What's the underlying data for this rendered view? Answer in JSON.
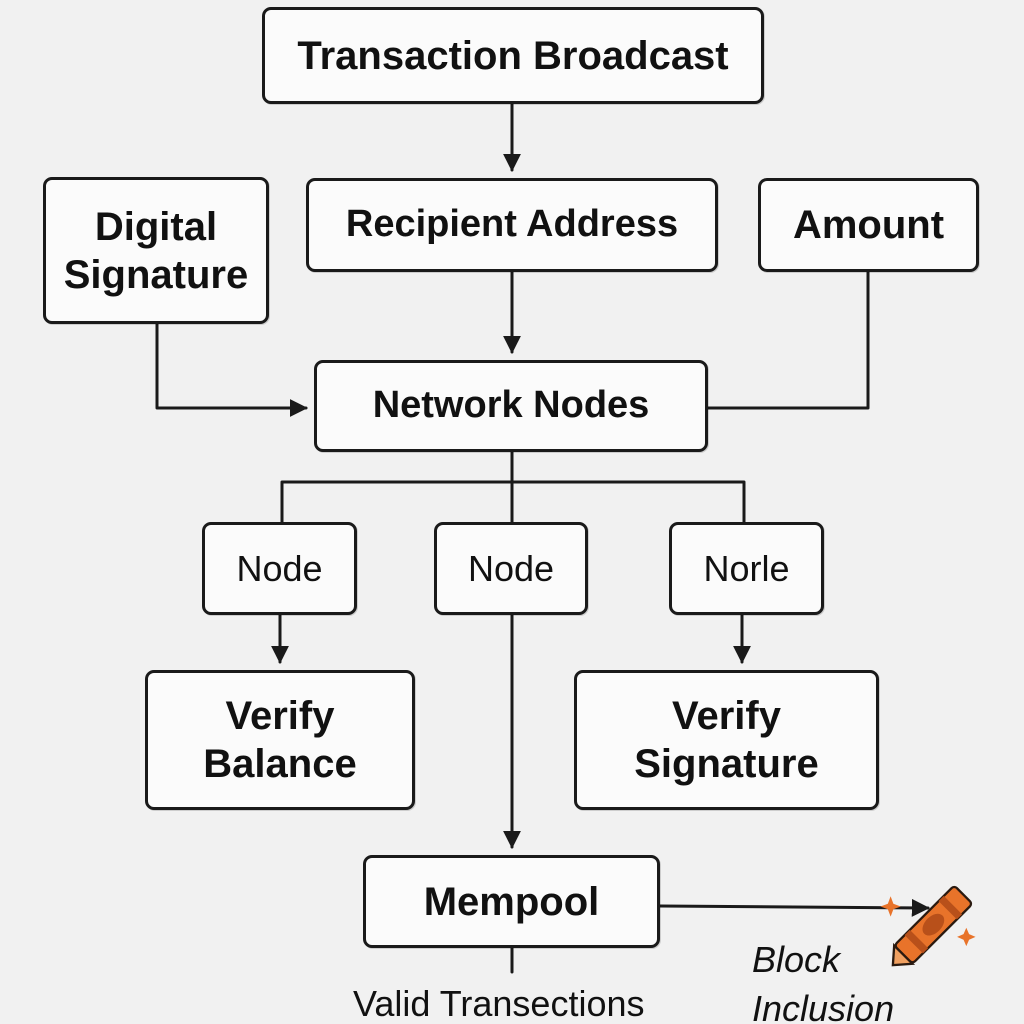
{
  "nodes": {
    "transaction_broadcast": "Transaction Broadcast",
    "digital_signature": "Digital\nSignature",
    "recipient_address": "Recipient Address",
    "amount": "Amount",
    "network_nodes": "Network Nodes",
    "node_left": "Node",
    "node_center": "Node",
    "node_right": "Norle",
    "verify_balance": "Verify\nBalance",
    "verify_signature": "Verify\nSignature",
    "mempool": "Mempool"
  },
  "labels": {
    "valid_transactions": "Valid Transections",
    "block_inclusion": "Block\nInclusion"
  },
  "colors": {
    "stroke": "#1a1a1a",
    "background": "#f1f1f1",
    "crayon": "#e8732a"
  },
  "icons": {
    "crayon": "crayon-icon"
  }
}
